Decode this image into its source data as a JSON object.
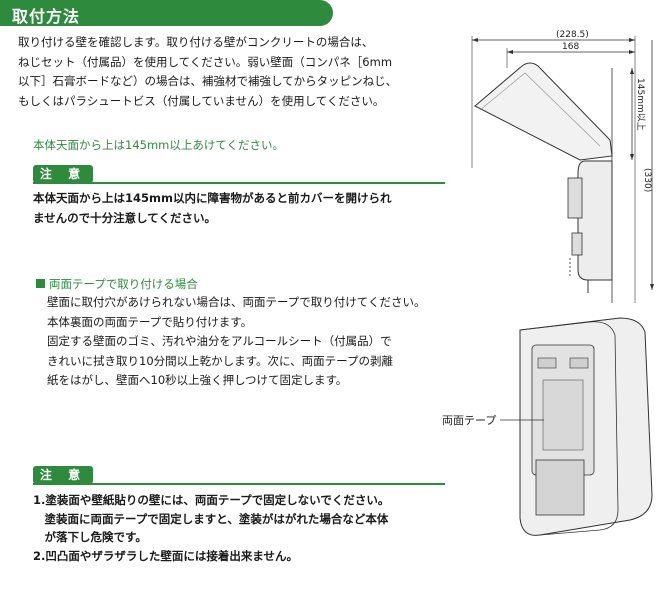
{
  "header": {
    "title": "取付方法"
  },
  "intro": [
    "取り付ける壁を確認します。取り付ける壁がコンクリートの場合は、",
    "ねじセット（付属品）を使用してください。弱い壁面（コンパネ［6mm",
    "以下］石膏ボードなど）の場合は、補強材で補強してからタッピンねじ、",
    "もしくはパラシュートビス（付属していません）を使用してください。"
  ],
  "clearance_note": "本体天面から上は145mm以上あけてください。",
  "caution1": {
    "label": "注 意",
    "lines": [
      "本体天面から上は145mm以内に障害物があると前カバーを開けられ",
      "ませんので十分注意してください。"
    ]
  },
  "tape_section": {
    "title": "両面テープで取り付ける場合",
    "lines": [
      "壁面に取付穴があけられない場合は、両面テープで取り付けてください。",
      "本体裏面の両面テープで貼り付けます。",
      "固定する壁面のゴミ、汚れや油分をアルコールシート（付属品）で",
      "きれいに拭き取り10分間以上乾かします。次に、両面テープの剥離",
      "紙をはがし、壁面へ10秒以上強く押しつけて固定します。"
    ]
  },
  "caution2": {
    "label": "注 意",
    "lines": [
      "1.塗装面や壁紙貼りの壁には、両面テープで固定しないでください。",
      "　塗装面に両面テープで固定しますと、塗装がはがれた場合など本体",
      "　が落下し危険です。",
      "2.凹凸面やザラザラした壁面には接着出来ません。"
    ]
  },
  "diagram_top": {
    "dim_overall": "(228.5)",
    "dim_depth": "168",
    "dim_clearance": "145mm以上",
    "dim_height": "(330)"
  },
  "diagram_bottom": {
    "callout": "両面テープ"
  },
  "colors": {
    "accent": "#2e8b3e"
  }
}
